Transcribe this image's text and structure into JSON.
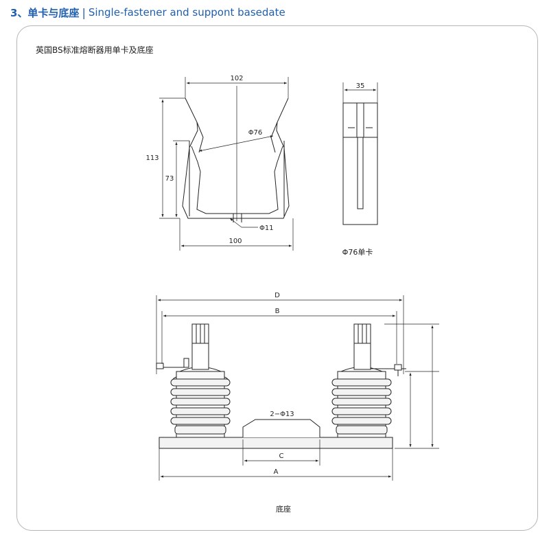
{
  "header": {
    "number": "3、单卡与底座",
    "separator": "|",
    "title_en": "Single-fastener and suppont basedate"
  },
  "subtitle": "英国BS标准熔断器用单卡及底座",
  "clamp": {
    "dim_top_width": "102",
    "dim_diameter": "Φ76",
    "dim_total_height": "113",
    "dim_inner_height": "73",
    "dim_hole": "Φ11",
    "dim_bottom_width": "100",
    "side_width": "35",
    "caption": "Φ76单卡"
  },
  "base": {
    "dim_D": "D",
    "dim_B": "B",
    "dim_holes": "2−Φ13",
    "dim_C": "C",
    "dim_A": "A",
    "caption": "底座"
  },
  "colors": {
    "accent": "#1f5fae",
    "line": "#222222",
    "panel_border": "#b5b5b5",
    "fill_light": "#f3f3f3"
  }
}
